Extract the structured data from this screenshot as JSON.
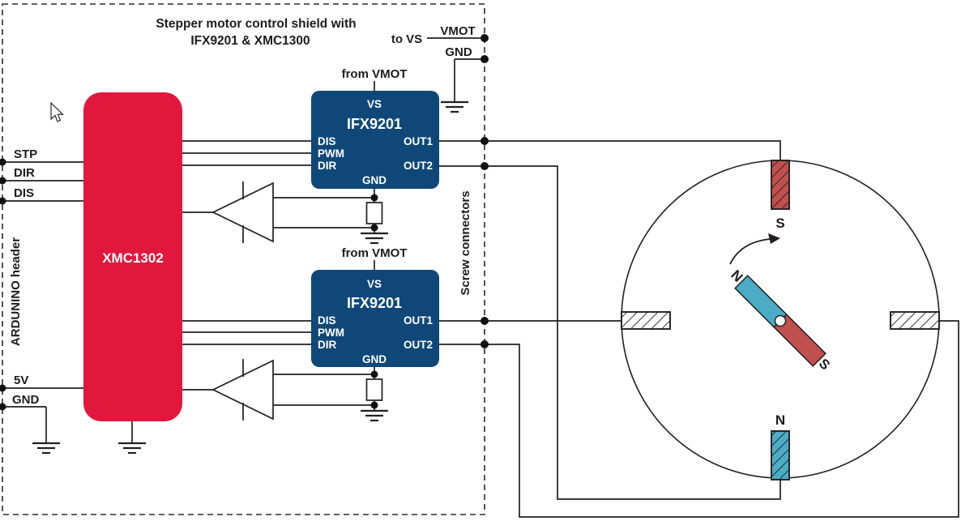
{
  "shield": {
    "title_line1": "Stepper motor control shield with",
    "title_line2": "IFX9201 & XMC1300",
    "to_vs": "to VS",
    "vmot": "VMOT",
    "gnd": "GND",
    "arduino_header": "ARDUNINO header",
    "screw_connectors": "Screw connectors",
    "pin_stp": "STP",
    "pin_dir": "DIR",
    "pin_dis": "DIS",
    "pin_5v": "5V",
    "pin_gnd": "GND"
  },
  "mcu": {
    "label": "XMC1302"
  },
  "driver1": {
    "from_vmot": "from VMOT",
    "name": "IFX9201",
    "vs": "VS",
    "dis": "DIS",
    "pwm": "PWM",
    "dir": "DIR",
    "out1": "OUT1",
    "out2": "OUT2",
    "gnd": "GND"
  },
  "driver2": {
    "from_vmot": "from VMOT",
    "name": "IFX9201",
    "vs": "VS",
    "dis": "DIS",
    "pwm": "PWM",
    "dir": "DIR",
    "out1": "OUT1",
    "out2": "OUT2",
    "gnd": "GND"
  },
  "motor": {
    "top_pole": "S",
    "bottom_pole": "N",
    "rotor_n": "N",
    "rotor_s": "S"
  },
  "colors": {
    "mcu_red": "#e2173d",
    "driver_navy": "#0f4878",
    "pole_red": "#c0504d",
    "pole_cyan": "#4bacc6",
    "wire": "#231f20",
    "blue_text": "#17456e"
  }
}
